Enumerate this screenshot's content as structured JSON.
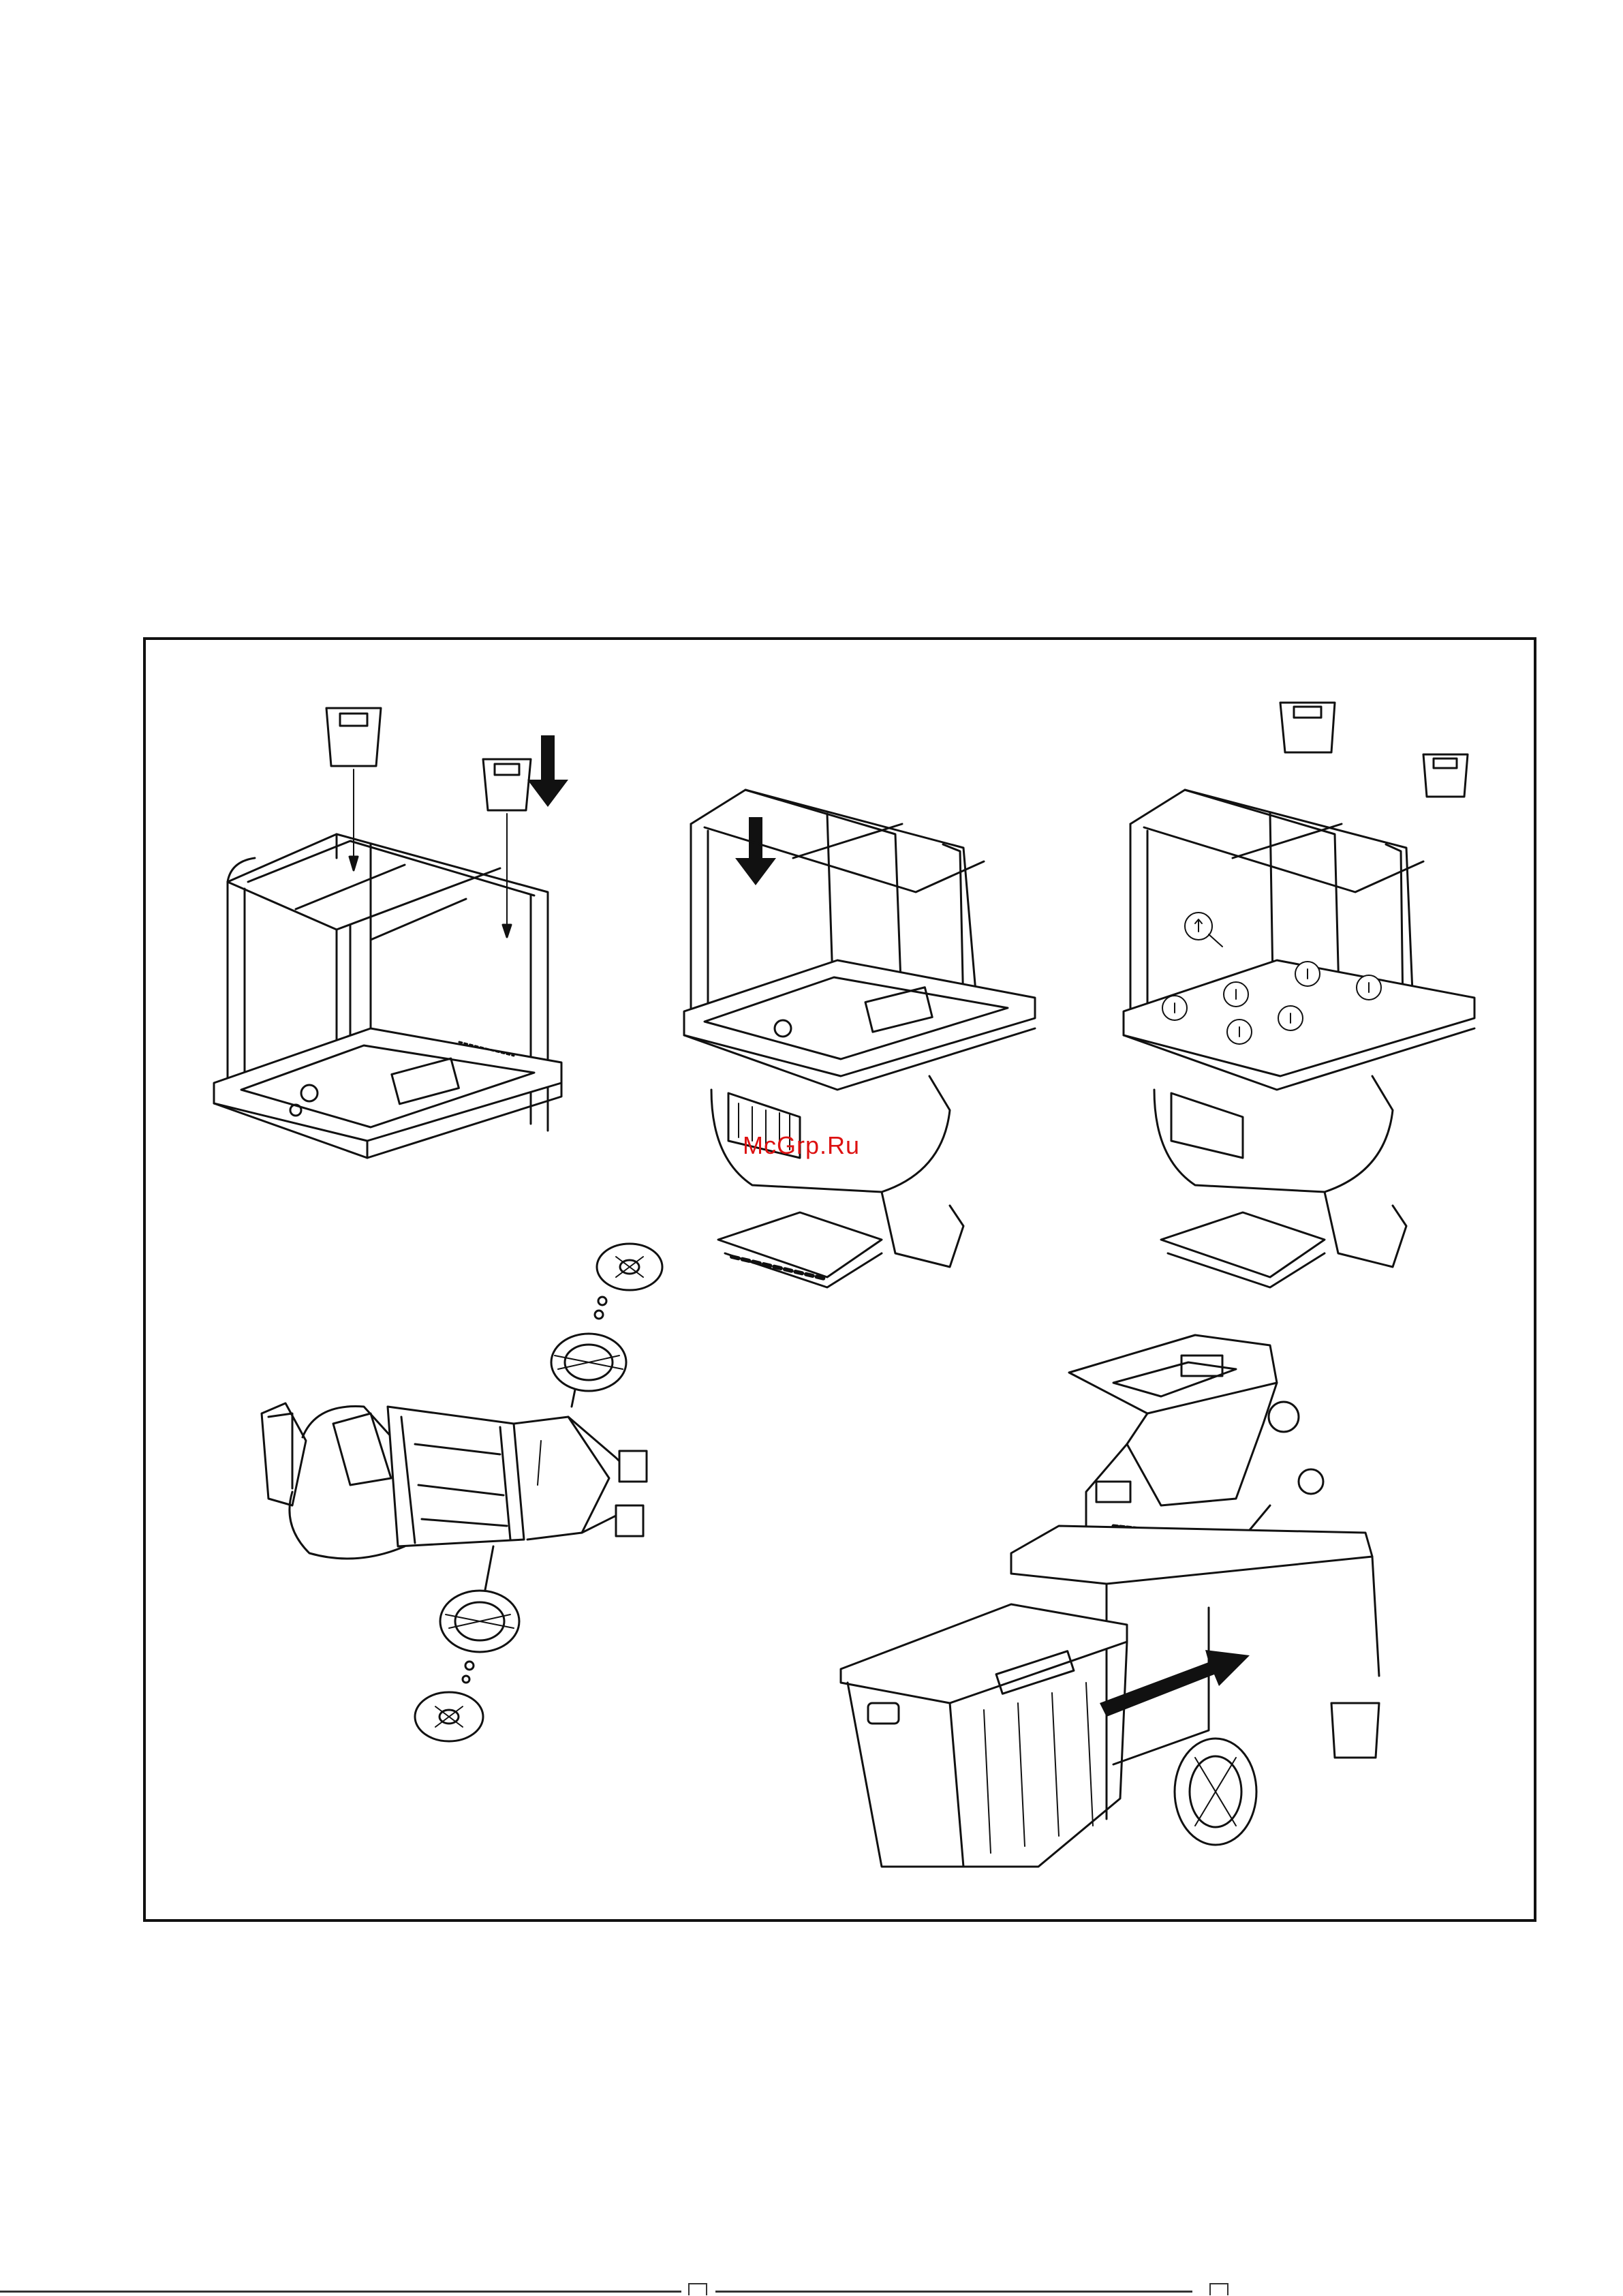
{
  "watermark": {
    "text": "McGrp.Ru",
    "color": "#d11111"
  },
  "figure": {
    "panels": [
      {
        "id": "step-1",
        "icon": "frame-feet-insert-icon"
      },
      {
        "id": "step-2",
        "icon": "frame-on-shredder-icon"
      },
      {
        "id": "step-3",
        "icon": "frame-screws-icon"
      },
      {
        "id": "step-4",
        "icon": "wheel-mount-icon"
      },
      {
        "id": "step-5",
        "icon": "collection-box-insert-icon"
      }
    ]
  }
}
